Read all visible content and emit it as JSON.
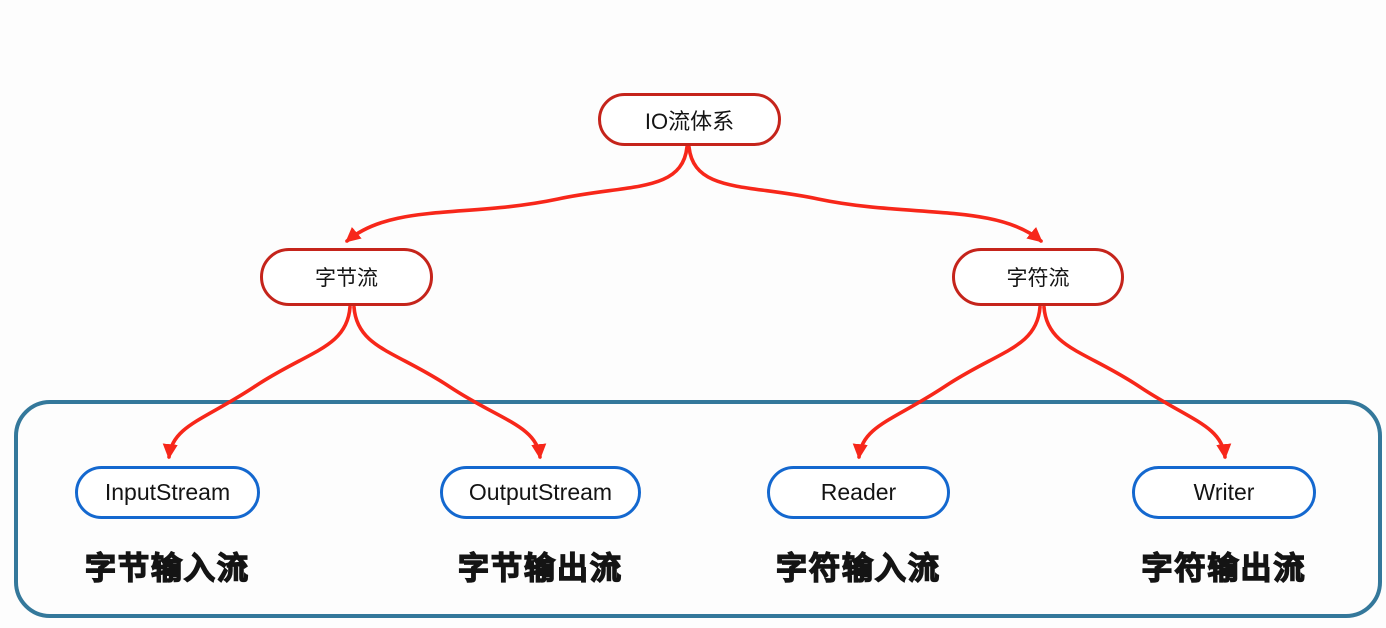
{
  "diagram": {
    "title_node": {
      "label": "IO流体系"
    },
    "branches": [
      {
        "label": "字节流"
      },
      {
        "label": "字符流"
      }
    ],
    "leaves": [
      {
        "label": "InputStream",
        "caption": "字节输入流"
      },
      {
        "label": "OutputStream",
        "caption": "字节输出流"
      },
      {
        "label": "Reader",
        "caption": "字符输入流"
      },
      {
        "label": "Writer",
        "caption": "字符输出流"
      }
    ],
    "edges": [
      {
        "from": "IO流体系",
        "to": "字节流"
      },
      {
        "from": "IO流体系",
        "to": "字符流"
      },
      {
        "from": "字节流",
        "to": "InputStream"
      },
      {
        "from": "字节流",
        "to": "OutputStream"
      },
      {
        "from": "字符流",
        "to": "Reader"
      },
      {
        "from": "字符流",
        "to": "Writer"
      }
    ],
    "colors": {
      "red_node_border": "#c5241b",
      "arrow_red": "#f7271a",
      "blue_node_border": "#1468cf",
      "container_border": "#34789b",
      "text": "#141414",
      "background": "#fdfdfd"
    }
  }
}
